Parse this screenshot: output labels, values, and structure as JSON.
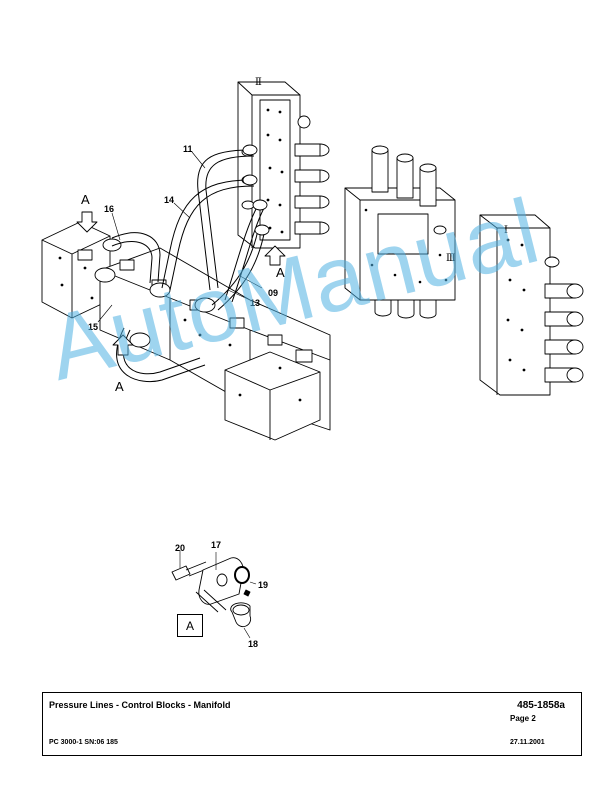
{
  "diagram": {
    "block_labels": {
      "block_ii": "Ⅱ",
      "block_iii": "Ⅲ",
      "block_i": "Ⅰ"
    },
    "callouts": {
      "c11": "11",
      "c14": "14",
      "c16": "16",
      "c15": "15",
      "c13": "13",
      "c09": "09",
      "c20": "20",
      "c17": "17",
      "c19": "19",
      "c18": "18"
    },
    "view_arrows": {
      "a_top": "A",
      "a_right": "A",
      "a_bottom": "A"
    },
    "detail_label": "A"
  },
  "watermark": "AutoManual",
  "footer": {
    "title": "Pressure Lines - Control Blocks - Manifold",
    "doc_number": "485-1858a",
    "page": "Page 2",
    "model": "PC 3000-1 SN:06 185",
    "date": "27.11.2001"
  }
}
